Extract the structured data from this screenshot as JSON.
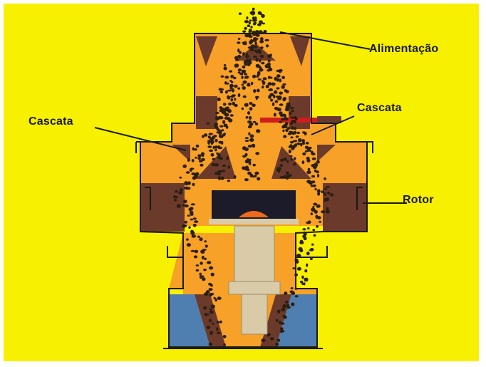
{
  "labels": {
    "feed": "Alimentação",
    "cascade_left": "Cascata",
    "cascade_right": "Cascata",
    "rotor": "Rotor"
  },
  "colors": {
    "background": "#f7f000",
    "chamber": "#f7a128",
    "walls": "#6b3a2a",
    "shaft": "#d9cba8",
    "base": "#4f7fb0",
    "particles": "#2b1e12",
    "outline": "#1a1a1a"
  }
}
